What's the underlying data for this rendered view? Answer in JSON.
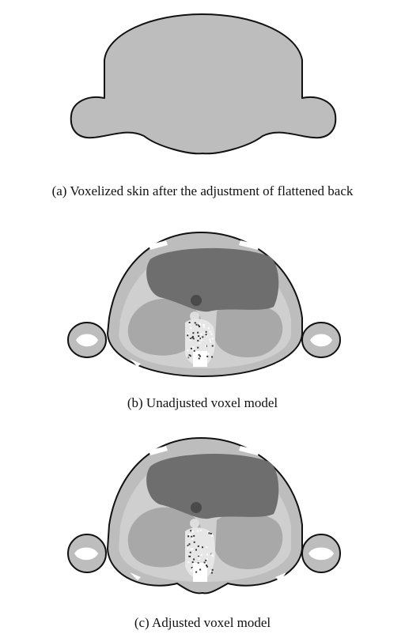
{
  "colors": {
    "outline": "#111111",
    "skin": "#bdbdbd",
    "tissue_light": "#cfcfcf",
    "tissue_mid": "#a8a8a8",
    "organ_dark": "#6e6e6e",
    "bone": "#ffffff",
    "vessel": "#4a4a4a"
  },
  "panels": [
    {
      "caption": "(a) Voxelized skin after the adjustment of flattened back"
    },
    {
      "caption": "(b) Unadjusted voxel model"
    },
    {
      "caption": "(c) Adjusted voxel model"
    }
  ]
}
